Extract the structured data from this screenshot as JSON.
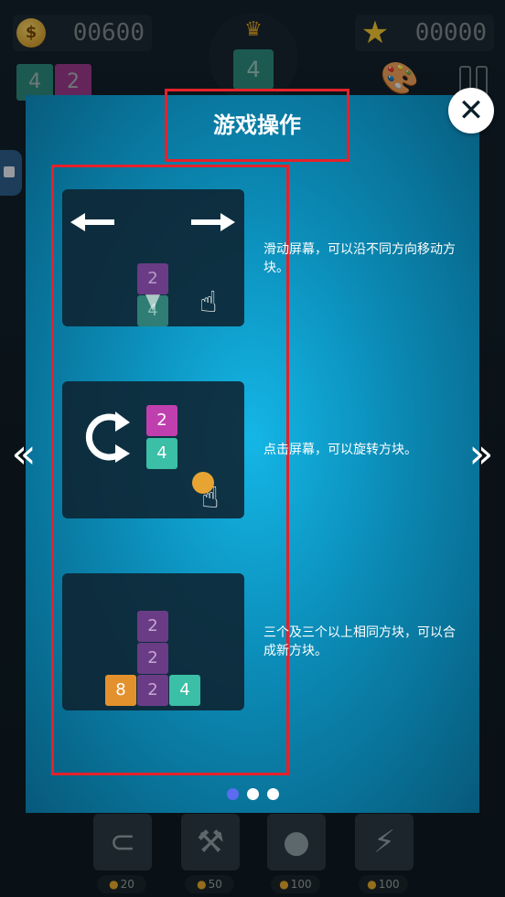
{
  "hud": {
    "coins": "00600",
    "stars": "00000",
    "crown_tile": "4",
    "next_tiles": [
      "4",
      "2"
    ]
  },
  "tutorial": {
    "title": "游戏操作",
    "steps": [
      {
        "text": "滑动屏幕，可以沿不同方向移动方块。",
        "tiles": [
          "2",
          "4"
        ]
      },
      {
        "text": "点击屏幕，可以旋转方块。",
        "tiles": [
          "2",
          "4"
        ]
      },
      {
        "text": "三个及三个以上相同方块，可以合成新方块。",
        "tiles": [
          "2",
          "2",
          "8",
          "2",
          "4"
        ]
      }
    ],
    "page_indicator": {
      "total": 3,
      "active": 0
    }
  },
  "powerups": [
    {
      "icon": "magnet-icon",
      "price": "20"
    },
    {
      "icon": "hammer-icon",
      "price": "50"
    },
    {
      "icon": "bomb-icon",
      "price": "100"
    },
    {
      "icon": "lightning-icon",
      "price": "100"
    }
  ],
  "colors": {
    "purple": "#c03fae",
    "teal": "#3bbfa6",
    "orange": "#e3912c",
    "dim_purple": "#6a3c86",
    "highlight_red": "#e5212a"
  }
}
